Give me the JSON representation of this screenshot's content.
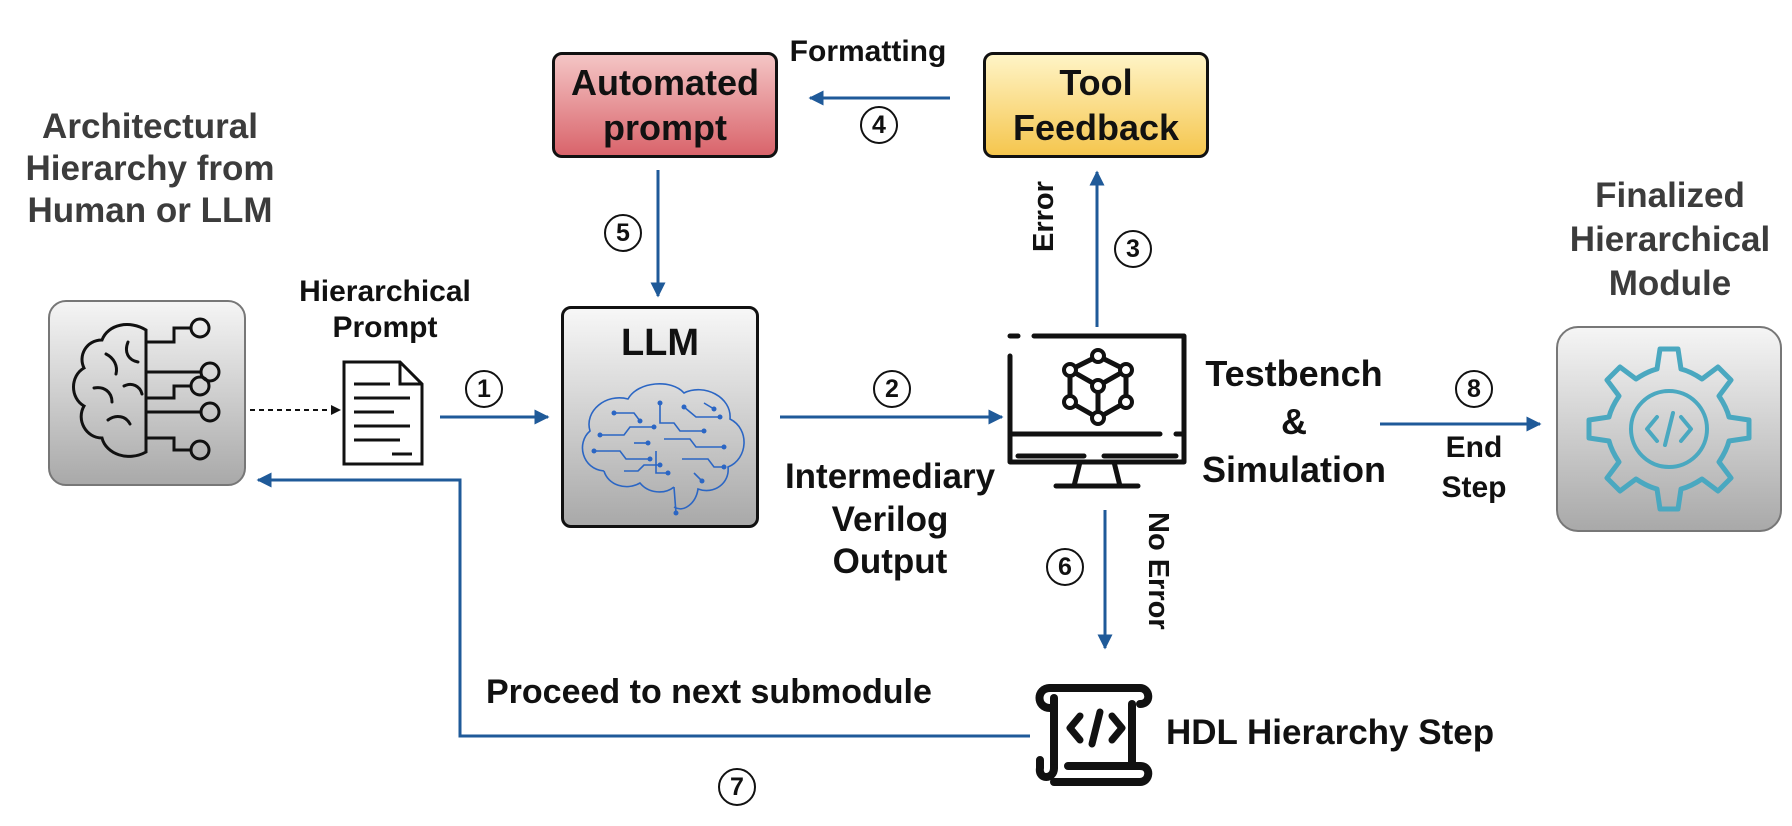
{
  "colors": {
    "arrow": "#1f5a99",
    "automated_prompt_fill_top": "#f4c5c5",
    "automated_prompt_fill_bottom": "#d9646b",
    "tool_feedback_fill_top": "#fff4c6",
    "tool_feedback_fill_bottom": "#f5c64e",
    "icon_box_fill_top": "#f5f5f5",
    "icon_box_fill_bottom": "#a9a9a9",
    "gear_stroke": "#4aa8c0",
    "brain_circuit": "#2b66c4"
  },
  "labels": {
    "architectural": "Architectural\nHierarchy from\nHuman or LLM",
    "hier_prompt": "Hierarchical\nPrompt",
    "automated_prompt": "Automated\nprompt",
    "tool_feedback": "Tool\nFeedback",
    "formatting": "Formatting",
    "llm": "LLM",
    "intermediary": "Intermediary\nVerilog\nOutput",
    "testbench": "Testbench\n&\nSimulation",
    "error": "Error",
    "no_error": "No Error",
    "finalized": "Finalized\nHierarchical\nModule",
    "end_step": "End\nStep",
    "proceed": "Proceed to next submodule",
    "hdl_step": "HDL Hierarchy Step"
  },
  "steps": [
    "1",
    "2",
    "3",
    "4",
    "5",
    "6",
    "7",
    "8"
  ],
  "icons": [
    "brain-circuit-icon",
    "document-icon",
    "llm-brain-icon",
    "monitor-cube-icon",
    "code-scroll-icon",
    "gear-code-icon"
  ]
}
